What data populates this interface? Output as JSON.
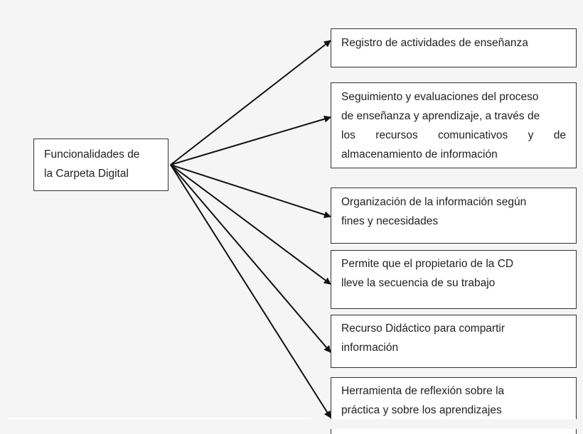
{
  "diagram": {
    "source": {
      "lines": [
        "Funcionalidades de",
        "la Carpeta Digital"
      ]
    },
    "targets": [
      {
        "lines": [
          "Registro de actividades de enseñanza"
        ]
      },
      {
        "lines": [
          "Seguimiento y evaluaciones del proceso",
          "de enseñanza y aprendizaje, a través de",
          "los recursos comunicativos y de",
          "almacenamiento de información"
        ]
      },
      {
        "lines": [
          "Organización de la información según",
          "fines y necesidades"
        ]
      },
      {
        "lines": [
          "Permite que el propietario de la CD",
          "lleve la secuencia de su trabajo"
        ]
      },
      {
        "lines": [
          "Recurso Didáctico para compartir",
          "información"
        ]
      },
      {
        "lines": [
          "Herramienta de reflexión sobre la",
          "práctica y sobre los aprendizajes"
        ]
      }
    ],
    "colors": {
      "background": "#f5f5f5",
      "box_fill": "#ffffff",
      "stroke": "#111111",
      "text": "#222222"
    }
  }
}
